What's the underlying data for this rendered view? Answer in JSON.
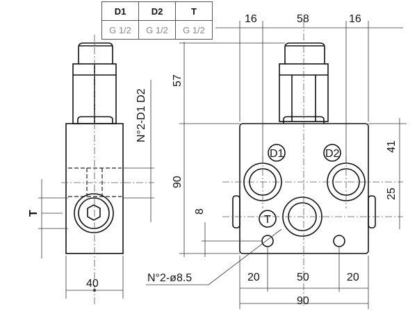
{
  "port_table": {
    "headers": [
      "D1",
      "D2",
      "T"
    ],
    "values": [
      "G 1/2",
      "G 1/2",
      "G 1/2"
    ]
  },
  "dimensions": {
    "top": [
      "16",
      "58",
      "16"
    ],
    "right": [
      "41",
      "25"
    ],
    "left_height": [
      "57",
      "90"
    ],
    "offset": "8",
    "bottom": [
      "20",
      "50",
      "20"
    ],
    "total_width": "90",
    "side_width": "40"
  },
  "labels": {
    "port_d1": "D1",
    "port_d2": "D2",
    "port_t": "T",
    "side_t": "T",
    "side_ports_note": "N°2-D1 D2",
    "holes_note": "N°2-ø8.5"
  }
}
